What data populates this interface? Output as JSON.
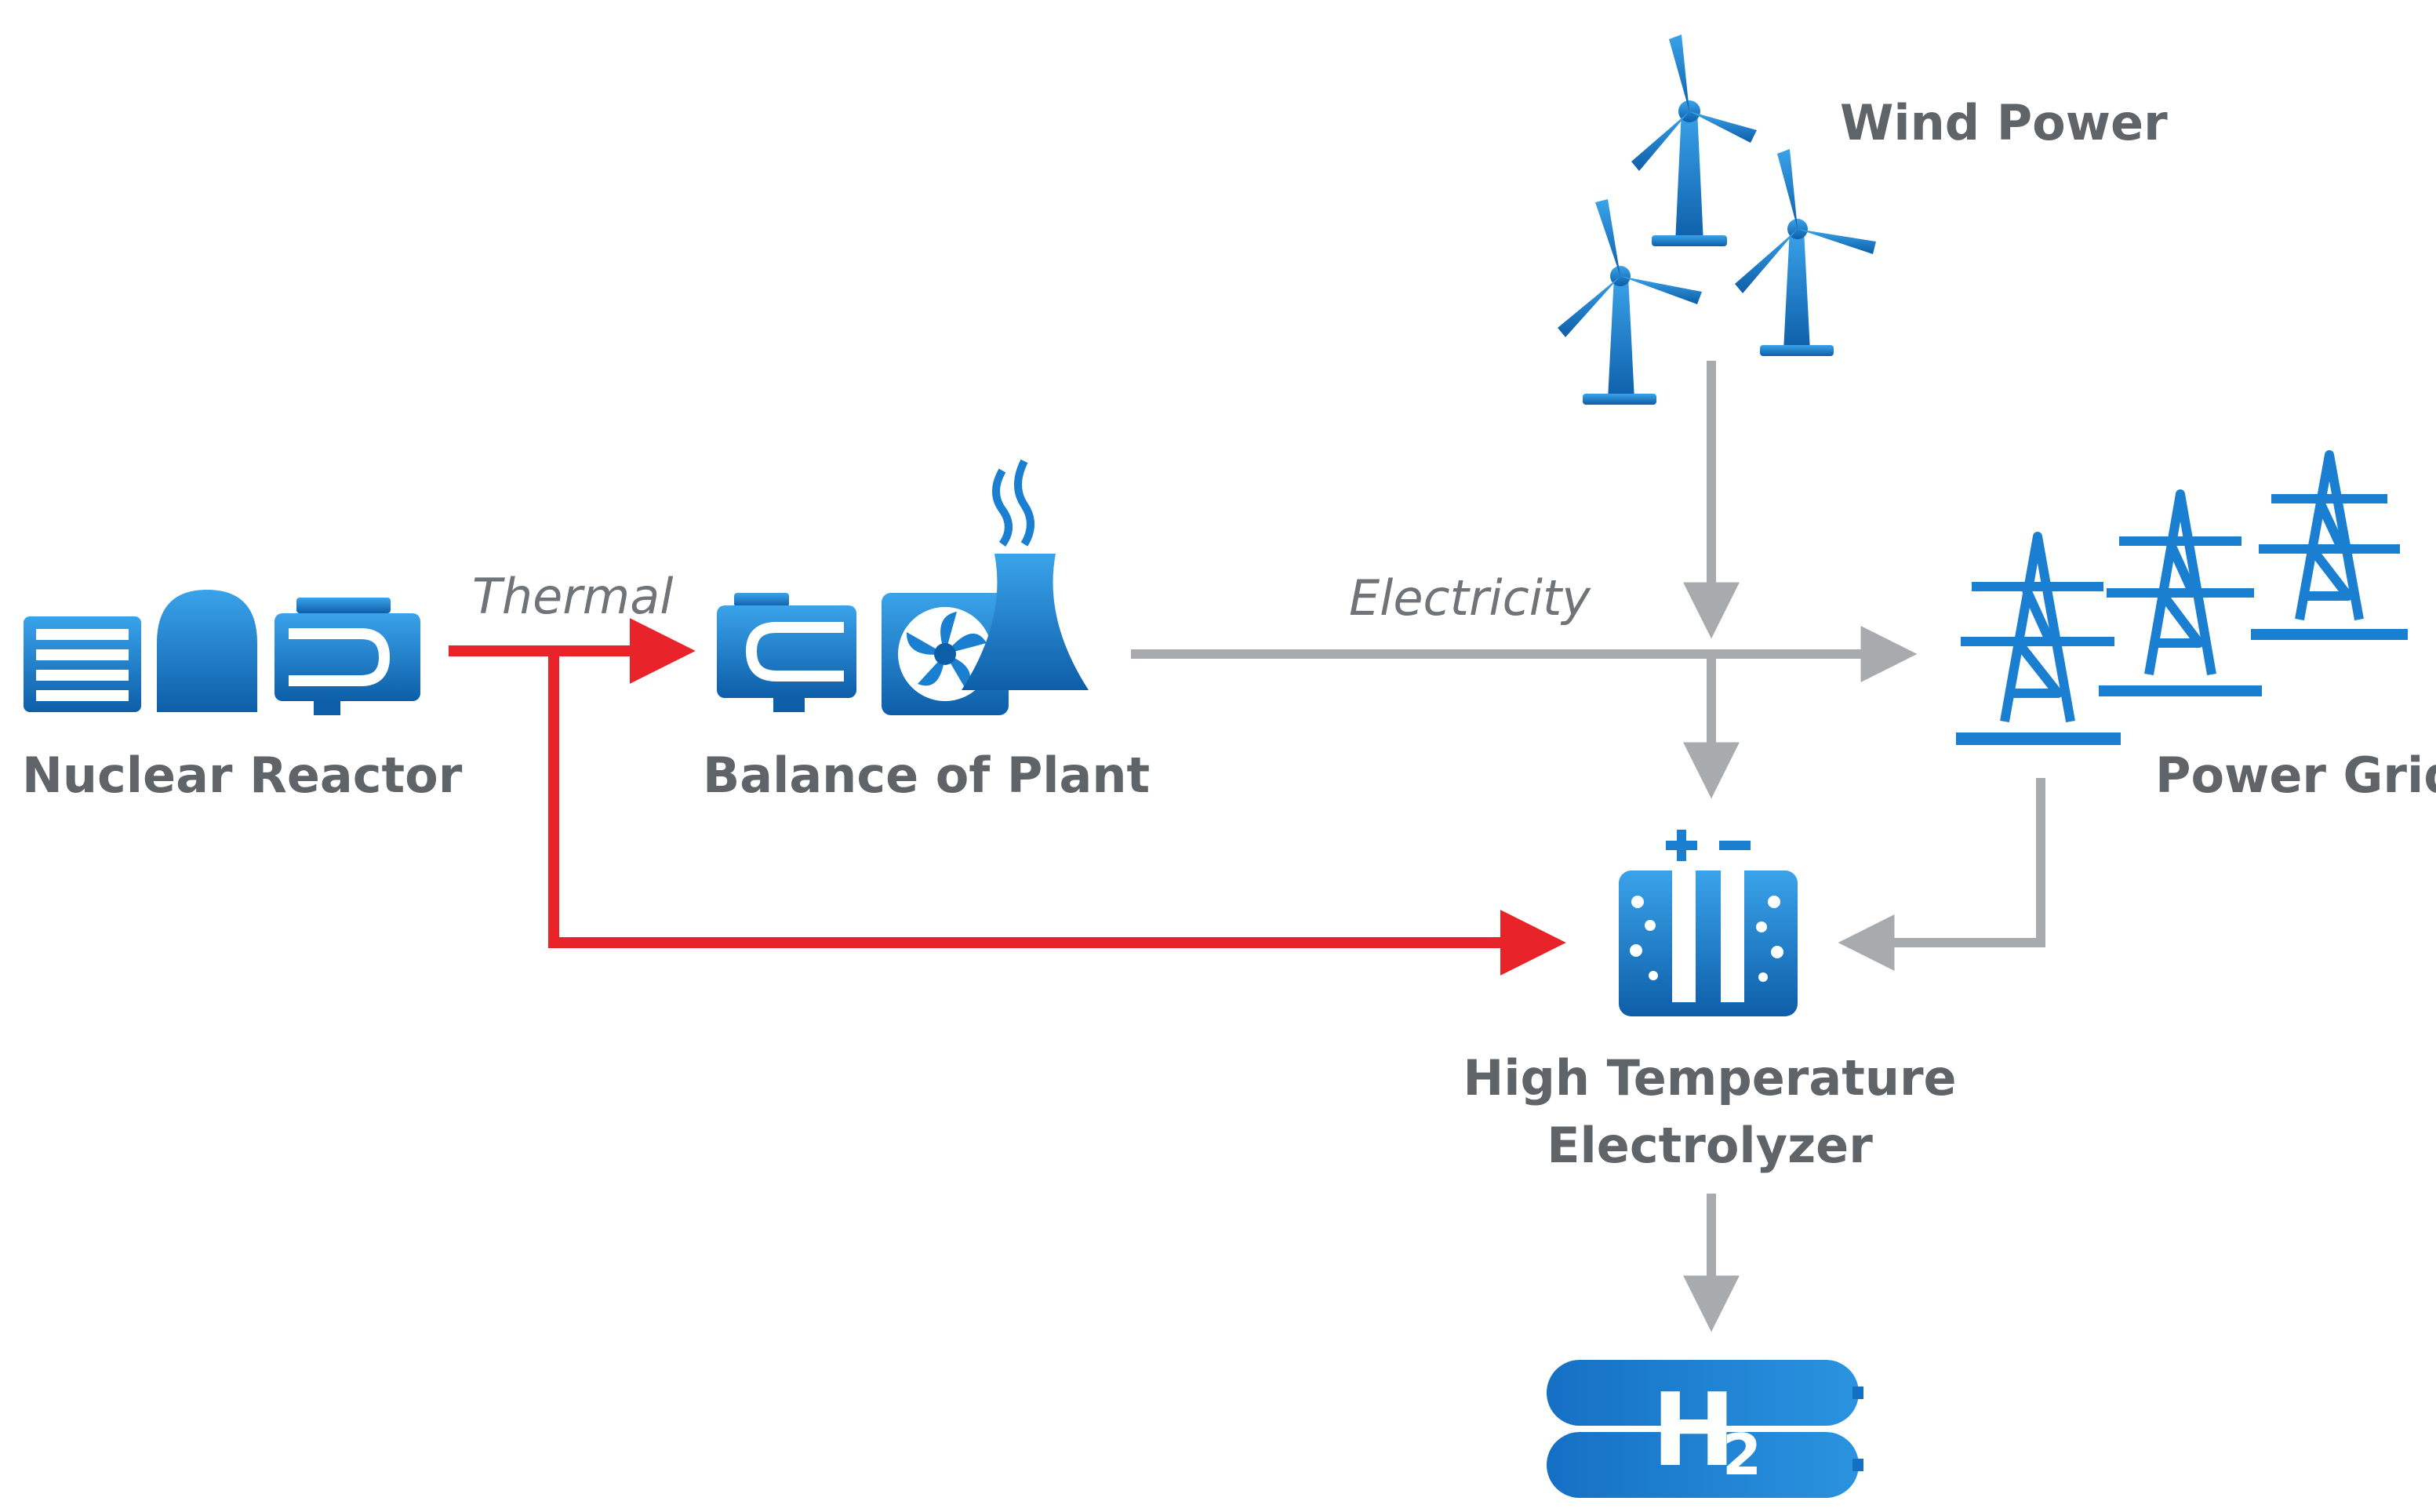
{
  "nodes": {
    "nuclear_reactor": "Nuclear Reactor",
    "balance_of_plant": "Balance of Plant",
    "wind_power": "Wind Power",
    "power_grid": "Power Grid",
    "electrolyzer_line1": "High Temperature",
    "electrolyzer_line2": "Electrolyzer",
    "hydrogen": "H",
    "hydrogen_subscript": "2"
  },
  "flows": {
    "thermal": "Thermal",
    "electricity": "Electricity"
  },
  "colors": {
    "thermal_arrow": "#e8232a",
    "electric_arrow": "#a7abae",
    "icon_blue": "#1a7fd0",
    "icon_blue_dark": "#0d5ea8",
    "label_gray": "#5f6468"
  },
  "icons": [
    "reactor-core-icon",
    "containment-dome-icon",
    "heat-exchanger-icon",
    "turbine-icon",
    "cooling-tower-icon",
    "wind-turbine-icon",
    "transmission-tower-icon",
    "electrolyzer-tank-icon",
    "hydrogen-tank-icon"
  ]
}
